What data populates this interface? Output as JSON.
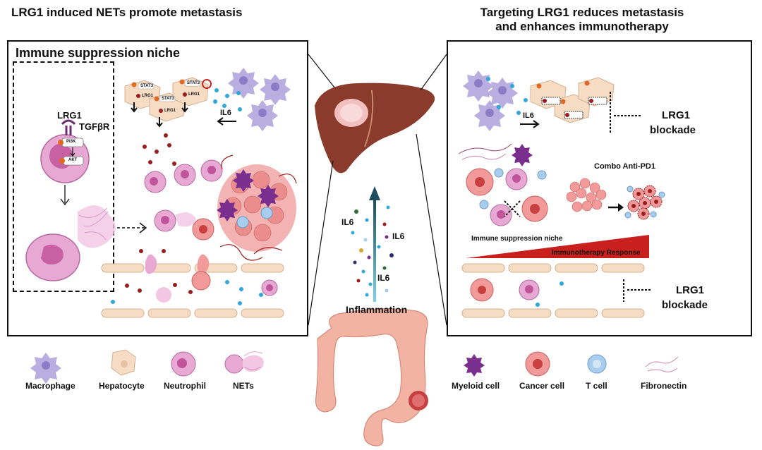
{
  "titles": {
    "left": "LRG1 induced NETs promote metastasis",
    "right_line1": "Targeting LRG1 reduces metastasis",
    "right_line2": "and enhances immunotherapy"
  },
  "left_panel": {
    "niche_title": "Immune suppression niche",
    "lrg1": "LRG1",
    "tgfbr": "TGFβR",
    "pi3k": "PI3K",
    "akt": "AKT",
    "il6": "IL6",
    "stat3": "STAT3",
    "lrg1_small": "LRG1",
    "p": "P"
  },
  "center": {
    "il6_a": "IL6",
    "il6_b": "IL6",
    "il6_c": "IL6",
    "inflammation": "Inflammation"
  },
  "right_panel": {
    "il6": "IL6",
    "blockade_top_1": "LRG1",
    "blockade_top_2": "blockade",
    "combo": "Combo Anti-PD1",
    "niche_bar": "Immune suppression niche",
    "response_bar": "Immunotherapy Response",
    "blockade_bottom_1": "LRG1",
    "blockade_bottom_2": "blockade"
  },
  "legend": {
    "macrophage": "Macrophage",
    "hepatocyte": "Hepatocyte",
    "neutrophil": "Neutrophil",
    "nets": "NETs",
    "myeloid": "Myeloid cell",
    "cancer": "Cancer cell",
    "tcell": "T cell",
    "fibronectin": "Fibronectin"
  },
  "colors": {
    "macrophage": "#b9aee0",
    "hepatocyte": "#f7dcc4",
    "neutrophil": "#e7a9d4",
    "cancer": "#f29a9a",
    "myeloid": "#7a2f8e",
    "tcell": "#a9cdee",
    "liver": "#8a3b2c",
    "colon": "#f2b3a3",
    "il6": "#2ea7d9",
    "lrg1": "#9b1d1d",
    "red_bar": "#c8201c"
  }
}
